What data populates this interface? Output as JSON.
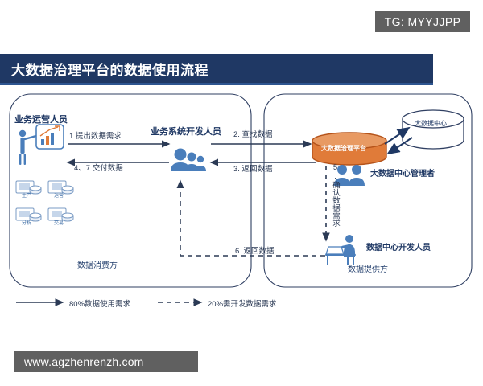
{
  "watermark": {
    "tag": "TG: MYYJJPP",
    "footer_url": "www.agzhenrenzh.com"
  },
  "header": {
    "title": "大数据治理平台的数据使用流程",
    "bar_color": "#1f3864",
    "accent_color": "#2e5590"
  },
  "zones": {
    "left_label": "数据消费方",
    "right_label": "数据提供方"
  },
  "roles": {
    "business_operator": "业务运营人员",
    "business_developer": "业务系统开发人员",
    "bigdata_manager": "大数据中心管理者",
    "datacenter_developer": "数据中心开发人员"
  },
  "systems": {
    "governance_platform": "大数据治理平台",
    "data_center": "大数据中心",
    "platform_color": "#e07b39",
    "platform_border": "#b5531a",
    "center_border": "#2f3f62"
  },
  "tiles": [
    {
      "caption": "生产"
    },
    {
      "caption": "运营"
    },
    {
      "caption": "分析"
    },
    {
      "caption": "交易"
    }
  ],
  "flows": [
    {
      "step": "1",
      "label": "1.提出数据需求",
      "style": "solid"
    },
    {
      "step": "4,7",
      "label": "4、7.交付数据",
      "style": "solid"
    },
    {
      "step": "2",
      "label": "2. 查找数据",
      "style": "solid"
    },
    {
      "step": "3",
      "label": "3. 返回数据",
      "style": "solid"
    },
    {
      "step": "5",
      "label": "5.确认数据需求",
      "style": "dashed"
    },
    {
      "step": "6",
      "label": "6. 返回数据",
      "style": "dashed"
    }
  ],
  "legend": {
    "solid_label": "80%数据使用需求",
    "dashed_label": "20%需开发数据需求",
    "line_color": "#2b3a55"
  },
  "chart_data": {
    "type": "diagram",
    "title": "大数据治理平台的数据使用流程",
    "nodes": [
      {
        "id": "business_operator",
        "label": "业务运营人员",
        "zone": "数据消费方"
      },
      {
        "id": "business_developer",
        "label": "业务系统开发人员",
        "zone": "数据消费方"
      },
      {
        "id": "governance_platform",
        "label": "大数据治理平台",
        "zone": "数据提供方"
      },
      {
        "id": "data_center",
        "label": "大数据中心",
        "zone": "数据提供方"
      },
      {
        "id": "bigdata_manager",
        "label": "大数据中心管理者",
        "zone": "数据提供方"
      },
      {
        "id": "datacenter_developer",
        "label": "数据中心开发人员",
        "zone": "数据提供方"
      }
    ],
    "edges": [
      {
        "from": "business_operator",
        "to": "business_developer",
        "label": "1.提出数据需求",
        "style": "solid"
      },
      {
        "from": "business_developer",
        "to": "business_operator",
        "label": "4、7.交付数据",
        "style": "solid"
      },
      {
        "from": "business_developer",
        "to": "governance_platform",
        "label": "2. 查找数据",
        "style": "solid"
      },
      {
        "from": "governance_platform",
        "to": "business_developer",
        "label": "3. 返回数据",
        "style": "solid"
      },
      {
        "from": "bigdata_manager",
        "to": "datacenter_developer",
        "label": "5.确认数据需求",
        "style": "dashed"
      },
      {
        "from": "datacenter_developer",
        "to": "business_developer",
        "label": "6. 返回数据",
        "style": "dashed"
      },
      {
        "from": "governance_platform",
        "to": "data_center",
        "label": "",
        "style": "solid"
      },
      {
        "from": "data_center",
        "to": "governance_platform",
        "label": "",
        "style": "solid"
      }
    ],
    "legend": [
      {
        "style": "solid",
        "label": "80%数据使用需求"
      },
      {
        "style": "dashed",
        "label": "20%需开发数据需求"
      }
    ]
  }
}
